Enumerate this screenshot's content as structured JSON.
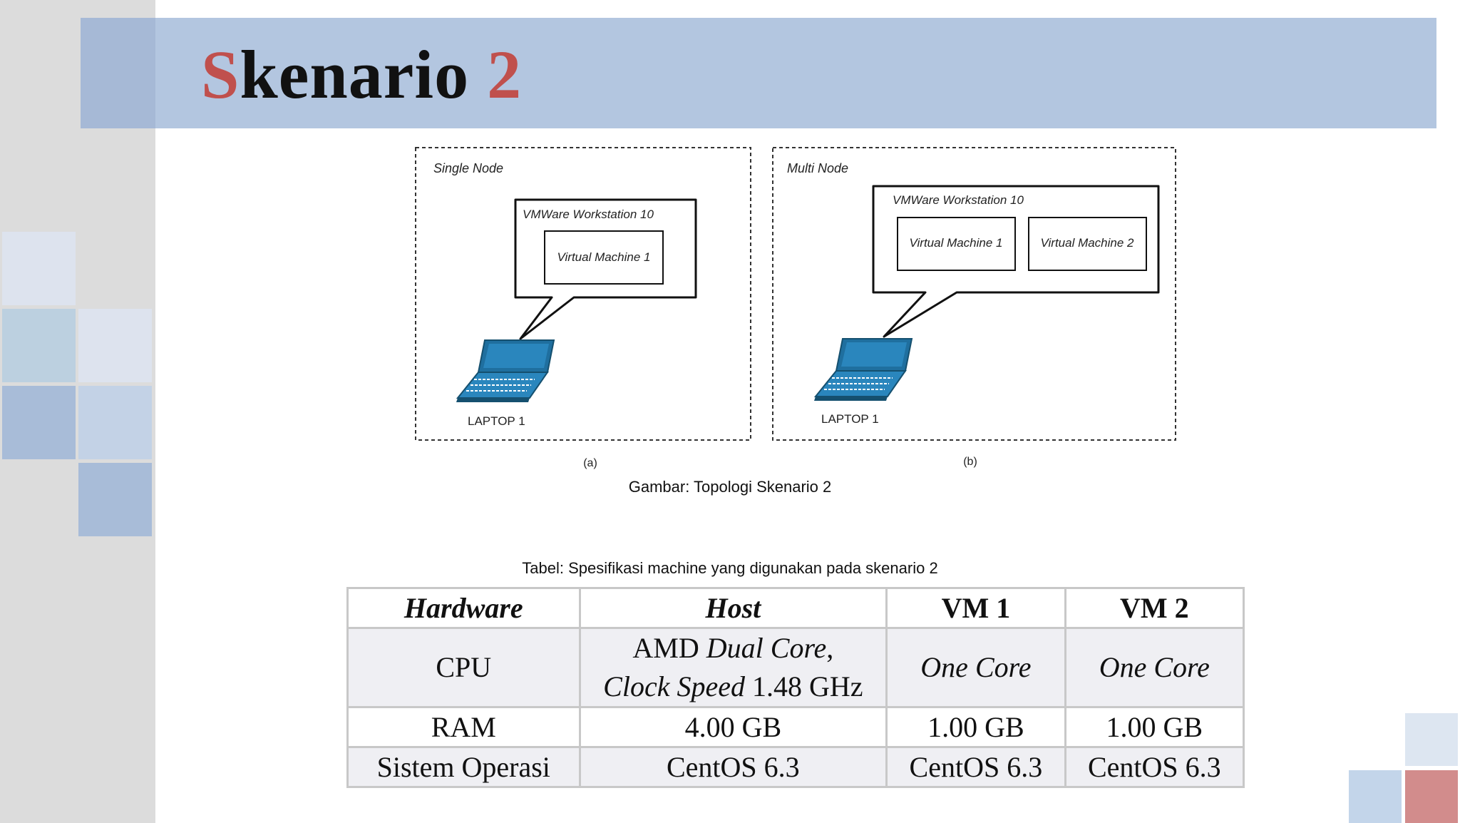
{
  "slide": {
    "title_first_letter": "S",
    "title_rest": "kenario ",
    "title_number": "2",
    "colors": {
      "accent_red": "#c0504d",
      "header_band": "#b3c6e0",
      "diagram_blue": "#1f6f9f"
    }
  },
  "diagram": {
    "panel_a": {
      "label": "Single Node",
      "workstation": "VMWare Workstation 10",
      "vms": [
        "Virtual Machine 1"
      ],
      "laptop": "LAPTOP 1",
      "sublabel": "(a)"
    },
    "panel_b": {
      "label": "Multi Node",
      "workstation": "VMWare Workstation 10",
      "vms": [
        "Virtual Machine 1",
        "Virtual Machine 2"
      ],
      "laptop": "LAPTOP 1",
      "sublabel": "(b)"
    }
  },
  "figure_caption": "Gambar: Topologi Skenario 2",
  "table_caption": "Tabel: Spesifikasi machine yang digunakan pada skenario 2",
  "table": {
    "headers": [
      "Hardware",
      "Host",
      "VM 1",
      "VM 2"
    ],
    "cpu": {
      "label": "CPU",
      "host_line1_a": "AMD ",
      "host_line1_b": "Dual Core",
      "host_line1_c": ",",
      "host_line2_a": "Clock Speed",
      "host_line2_b": " 1.48 GHz",
      "vm1": "One Core",
      "vm2": "One Core"
    },
    "ram": {
      "label": "RAM",
      "host": "4.00 GB",
      "vm1": "1.00 GB",
      "vm2": "1.00 GB"
    },
    "os": {
      "label": "Sistem Operasi",
      "host": "CentOS 6.3",
      "vm1": "CentOS 6.3",
      "vm2": "CentOS 6.3"
    }
  }
}
